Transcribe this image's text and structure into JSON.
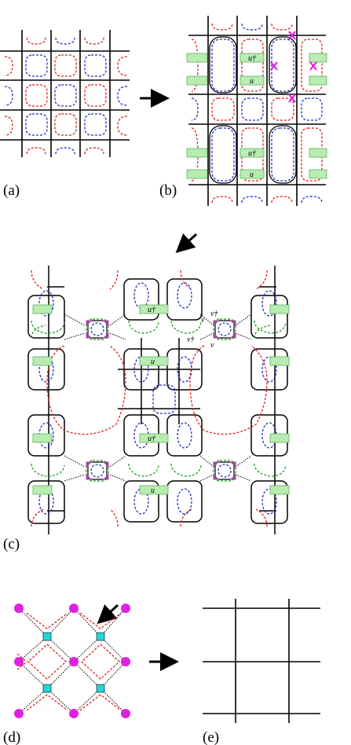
{
  "figure": {
    "panels": [
      {
        "id": "a",
        "label": "(a)"
      },
      {
        "id": "b",
        "label": "(b)"
      },
      {
        "id": "c",
        "label": "(c)"
      },
      {
        "id": "d",
        "label": "(d)"
      },
      {
        "id": "e",
        "label": "(e)"
      }
    ],
    "operators": {
      "u": "u",
      "u_dagger": "u†",
      "v": "v",
      "v_dagger": "v†"
    },
    "colors": {
      "grid": "#000000",
      "red_loop": "#e02020",
      "blue_loop": "#2030c0",
      "green_loop": "#20a020",
      "green_box": "#b8ecb0",
      "green_box_border": "#60b060",
      "magenta": "#e020e0",
      "cyan": "#20d8d8",
      "arrow": "#000000"
    }
  }
}
